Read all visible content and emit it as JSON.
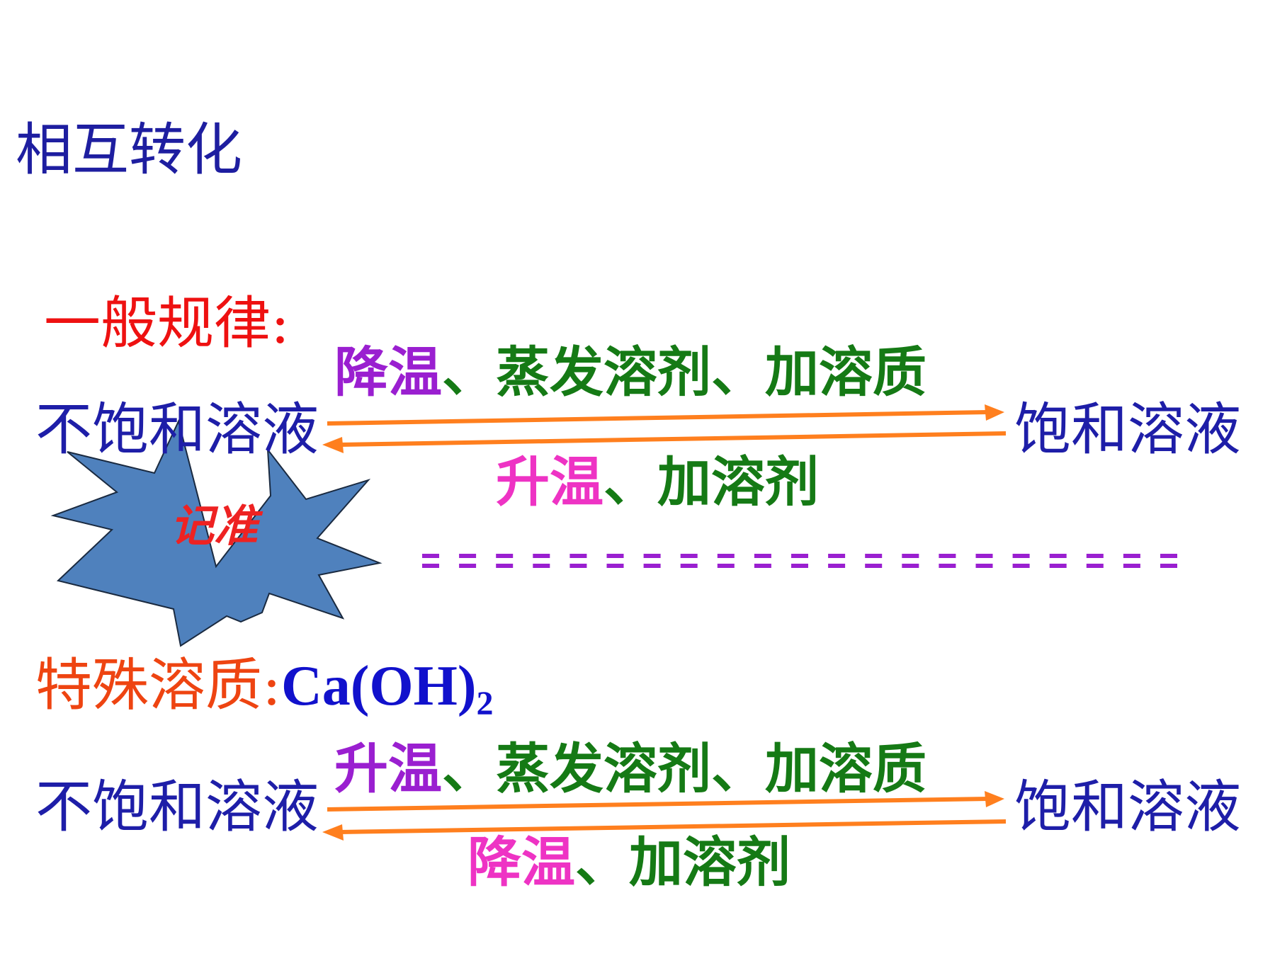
{
  "slide": {
    "title": "相互转化",
    "general_rule": {
      "heading": "一般规律:",
      "left_solution": "不饱和溶液",
      "right_solution": "饱和溶液",
      "forward_cond_a": "降温",
      "forward_cond_b": "、蒸发溶剂、加溶质",
      "reverse_cond_a": "升温",
      "reverse_cond_b": "、加溶剂"
    },
    "burst_label": "记准",
    "special": {
      "heading": "特殊溶质:",
      "formula_main": "Ca(OH)",
      "formula_sub": "2",
      "left_solution": "不饱和溶液",
      "right_solution": "饱和溶液",
      "forward_cond_a": "升温",
      "forward_cond_b": "、蒸发溶剂、加溶质",
      "reverse_cond_a": "降温",
      "reverse_cond_b": "、加溶剂"
    }
  },
  "colors": {
    "arrow": "#ff7f1e",
    "burst_fill": "#4f81bd",
    "separator": "#9a1fd0"
  }
}
